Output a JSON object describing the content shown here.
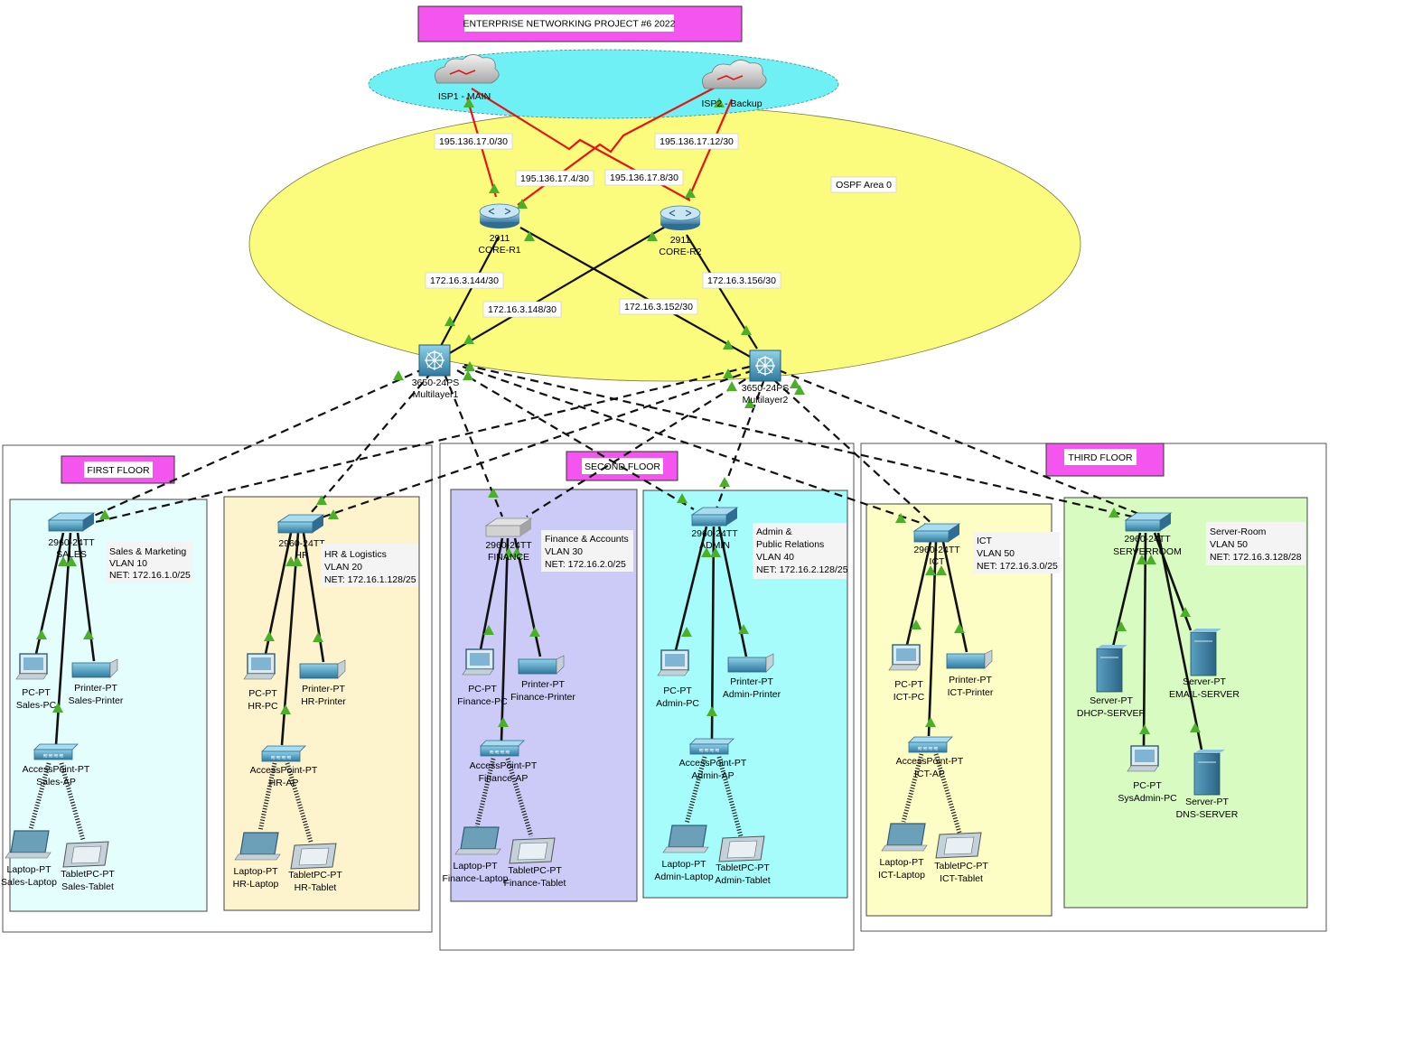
{
  "title": "ENTERPRISE NETWORKING PROJECT #6 2022",
  "ospf_label": "OSPF Area 0",
  "colors": {
    "title_bg": "#f455ee",
    "isp_zone": "#6ff0f4",
    "ospf_zone": "#fbfb7d",
    "wan_link": "#e41515",
    "lan_link": "#000000",
    "port_up": "#4caf2a",
    "device_blue": "#2f7aa0"
  },
  "isps": [
    {
      "id": "isp1",
      "label": "ISP1 - MAIN"
    },
    {
      "id": "isp2",
      "label": "ISP2 - Backup"
    }
  ],
  "core": [
    {
      "id": "r1",
      "model": "2911",
      "label": "CORE-R1"
    },
    {
      "id": "r2",
      "model": "2911",
      "label": "CORE-R2"
    }
  ],
  "multilayer": [
    {
      "id": "ml1",
      "model": "3650-24PS",
      "label": "Multilayer1"
    },
    {
      "id": "ml2",
      "model": "3650-24PS",
      "label": "Multilayer2"
    }
  ],
  "subnets": {
    "isp1_r1": "195.136.17.0/30",
    "isp2_r1": "195.136.17.4/30",
    "isp1_r2": "195.136.17.8/30",
    "isp2_r2": "195.136.17.12/30",
    "r1_ml1": "172.16.3.144/30",
    "r2_ml1": "172.16.3.148/30",
    "r1_ml2": "172.16.3.152/30",
    "r2_ml2": "172.16.3.156/30"
  },
  "floors": [
    {
      "id": "f1",
      "label": "FIRST FLOOR"
    },
    {
      "id": "f2",
      "label": "SECOND FLOOR"
    },
    {
      "id": "f3",
      "label": "THIRD FLOOR"
    }
  ],
  "departments": [
    {
      "id": "sales",
      "switch_model": "2960-24TT",
      "switch_label": "SALES",
      "info": [
        "Sales & Marketing",
        "VLAN 10",
        "NET: 172.16.1.0/25"
      ],
      "pc": [
        "PC-PT",
        "Sales-PC"
      ],
      "printer": [
        "Printer-PT",
        "Sales-Printer"
      ],
      "ap": [
        "AccessPoint-PT",
        "Sales-AP"
      ],
      "laptop": [
        "Laptop-PT",
        "Sales-Laptop"
      ],
      "tablet": [
        "TabletPC-PT",
        "Sales-Tablet"
      ]
    },
    {
      "id": "hr",
      "switch_model": "2960-24TT",
      "switch_label": "HR",
      "info": [
        "HR & Logistics",
        "VLAN 20",
        "NET: 172.16.1.128/25"
      ],
      "pc": [
        "PC-PT",
        "HR-PC"
      ],
      "printer": [
        "Printer-PT",
        "HR-Printer"
      ],
      "ap": [
        "AccessPoint-PT",
        "HR-AP"
      ],
      "laptop": [
        "Laptop-PT",
        "HR-Laptop"
      ],
      "tablet": [
        "TabletPC-PT",
        "HR-Tablet"
      ]
    },
    {
      "id": "finance",
      "switch_model": "2960-24TT",
      "switch_label": "FINANCE",
      "info": [
        "Finance & Accounts",
        "VLAN 30",
        "NET: 172.16.2.0/25"
      ],
      "pc": [
        "PC-PT",
        "Finance-PC"
      ],
      "printer": [
        "Printer-PT",
        "Finance-Printer"
      ],
      "ap": [
        "AccessPoint-PT",
        "Finance-AP"
      ],
      "laptop": [
        "Laptop-PT",
        "Finance-Laptop"
      ],
      "tablet": [
        "TabletPC-PT",
        "Finance-Tablet"
      ]
    },
    {
      "id": "admin",
      "switch_model": "2960-24TT",
      "switch_label": "ADMIN",
      "info": [
        "Admin  &",
        "Public Relations",
        "VLAN 40",
        "NET: 172.16.2.128/25"
      ],
      "pc": [
        "PC-PT",
        "Admin-PC"
      ],
      "printer": [
        "Printer-PT",
        "Admin-Printer"
      ],
      "ap": [
        "AccessPoint-PT",
        "Admin-AP"
      ],
      "laptop": [
        "Laptop-PT",
        "Admin-Laptop"
      ],
      "tablet": [
        "TabletPC-PT",
        "Admin-Tablet"
      ]
    },
    {
      "id": "ict",
      "switch_model": "2960-24TT",
      "switch_label": "ICT",
      "info": [
        "ICT",
        "VLAN 50",
        "NET: 172.16.3.0/25"
      ],
      "pc": [
        "PC-PT",
        "ICT-PC"
      ],
      "printer": [
        "Printer-PT",
        "ICT-Printer"
      ],
      "ap": [
        "AccessPoint-PT",
        "ICT-AP"
      ],
      "laptop": [
        "Laptop-PT",
        "ICT-Laptop"
      ],
      "tablet": [
        "TabletPC-PT",
        "ICT-Tablet"
      ]
    },
    {
      "id": "server",
      "switch_model": "2960-24TT",
      "switch_label": "SERVERROOM",
      "info": [
        "Server-Room",
        "VLAN 50",
        "NET: 172.16.3.128/28"
      ],
      "servers": [
        [
          "Server-PT",
          "DHCP-SERVER"
        ],
        [
          "Server-PT",
          "EMAIL-SERVER"
        ],
        [
          "PC-PT",
          "SysAdmin-PC"
        ],
        [
          "Server-PT",
          "DNS-SERVER"
        ]
      ]
    }
  ]
}
